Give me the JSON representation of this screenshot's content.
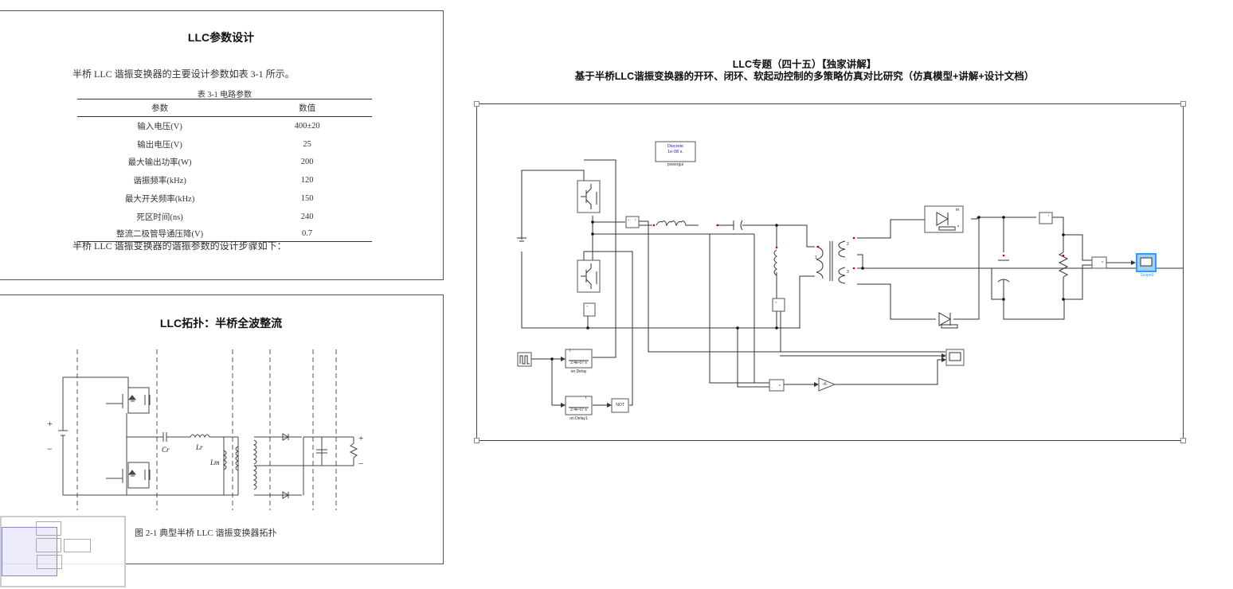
{
  "params_panel": {
    "title": "LLC参数设计",
    "intro": "半桥 LLC 谐振变换器的主要设计参数如表 3-1 所示。",
    "table_caption": "表 3-1 电路参数",
    "columns": [
      "参数",
      "数值"
    ],
    "rows": [
      [
        "输入电压(V)",
        "400±20"
      ],
      [
        "输出电压(V)",
        "25"
      ],
      [
        "最大输出功率(W)",
        "200"
      ],
      [
        "谐振频率(kHz)",
        "120"
      ],
      [
        "最大开关频率(kHz)",
        "150"
      ],
      [
        "死区时间(ns)",
        "240"
      ],
      [
        "整流二极管导通压降(V)",
        "0.7"
      ]
    ],
    "outro": "半桥 LLC 谐振变换器的谐振参数的设计步骤如下："
  },
  "topology_panel": {
    "title": "LLC拓扑：半桥全波整流",
    "labels": {
      "cr": "Cr",
      "lr": "Lr",
      "lm": "Lm",
      "plus": "+",
      "minus": "−"
    },
    "figure_caption": "图 2-1 典型半桥 LLC 谐振变换器拓扑"
  },
  "simulation": {
    "title_line1": "LLC专题（四十五）【独家讲解】",
    "title_line2": "基于半桥LLC谐振变换器的开环、闭环、软起动控制的多策略仿真对比研究（仿真模型+讲解+设计文档）",
    "powergui": {
      "line1": "Discrete",
      "line2": "1e-08 s.",
      "label": "powergui"
    },
    "on_delay": {
      "value": "2.4e-07 s",
      "label": "on Delay",
      "t": "t"
    },
    "on_delay1": {
      "value": "2.4e-07 s",
      "label": "on Delay1",
      "t": "t"
    },
    "not_label": "NOT",
    "gain_label": "-K-",
    "scope9_label": "Scope9",
    "diode_m": "m",
    "diode_k": "k",
    "winding1": "1",
    "winding2": "2",
    "winding3": "3",
    "v_label": "v",
    "i_label": "i",
    "plus": "+",
    "minus": "-"
  },
  "colors": {
    "accent": "#3399ff",
    "scope_highlight": "#5ab4f0",
    "wire": "#333333",
    "marker": "#d00000"
  }
}
